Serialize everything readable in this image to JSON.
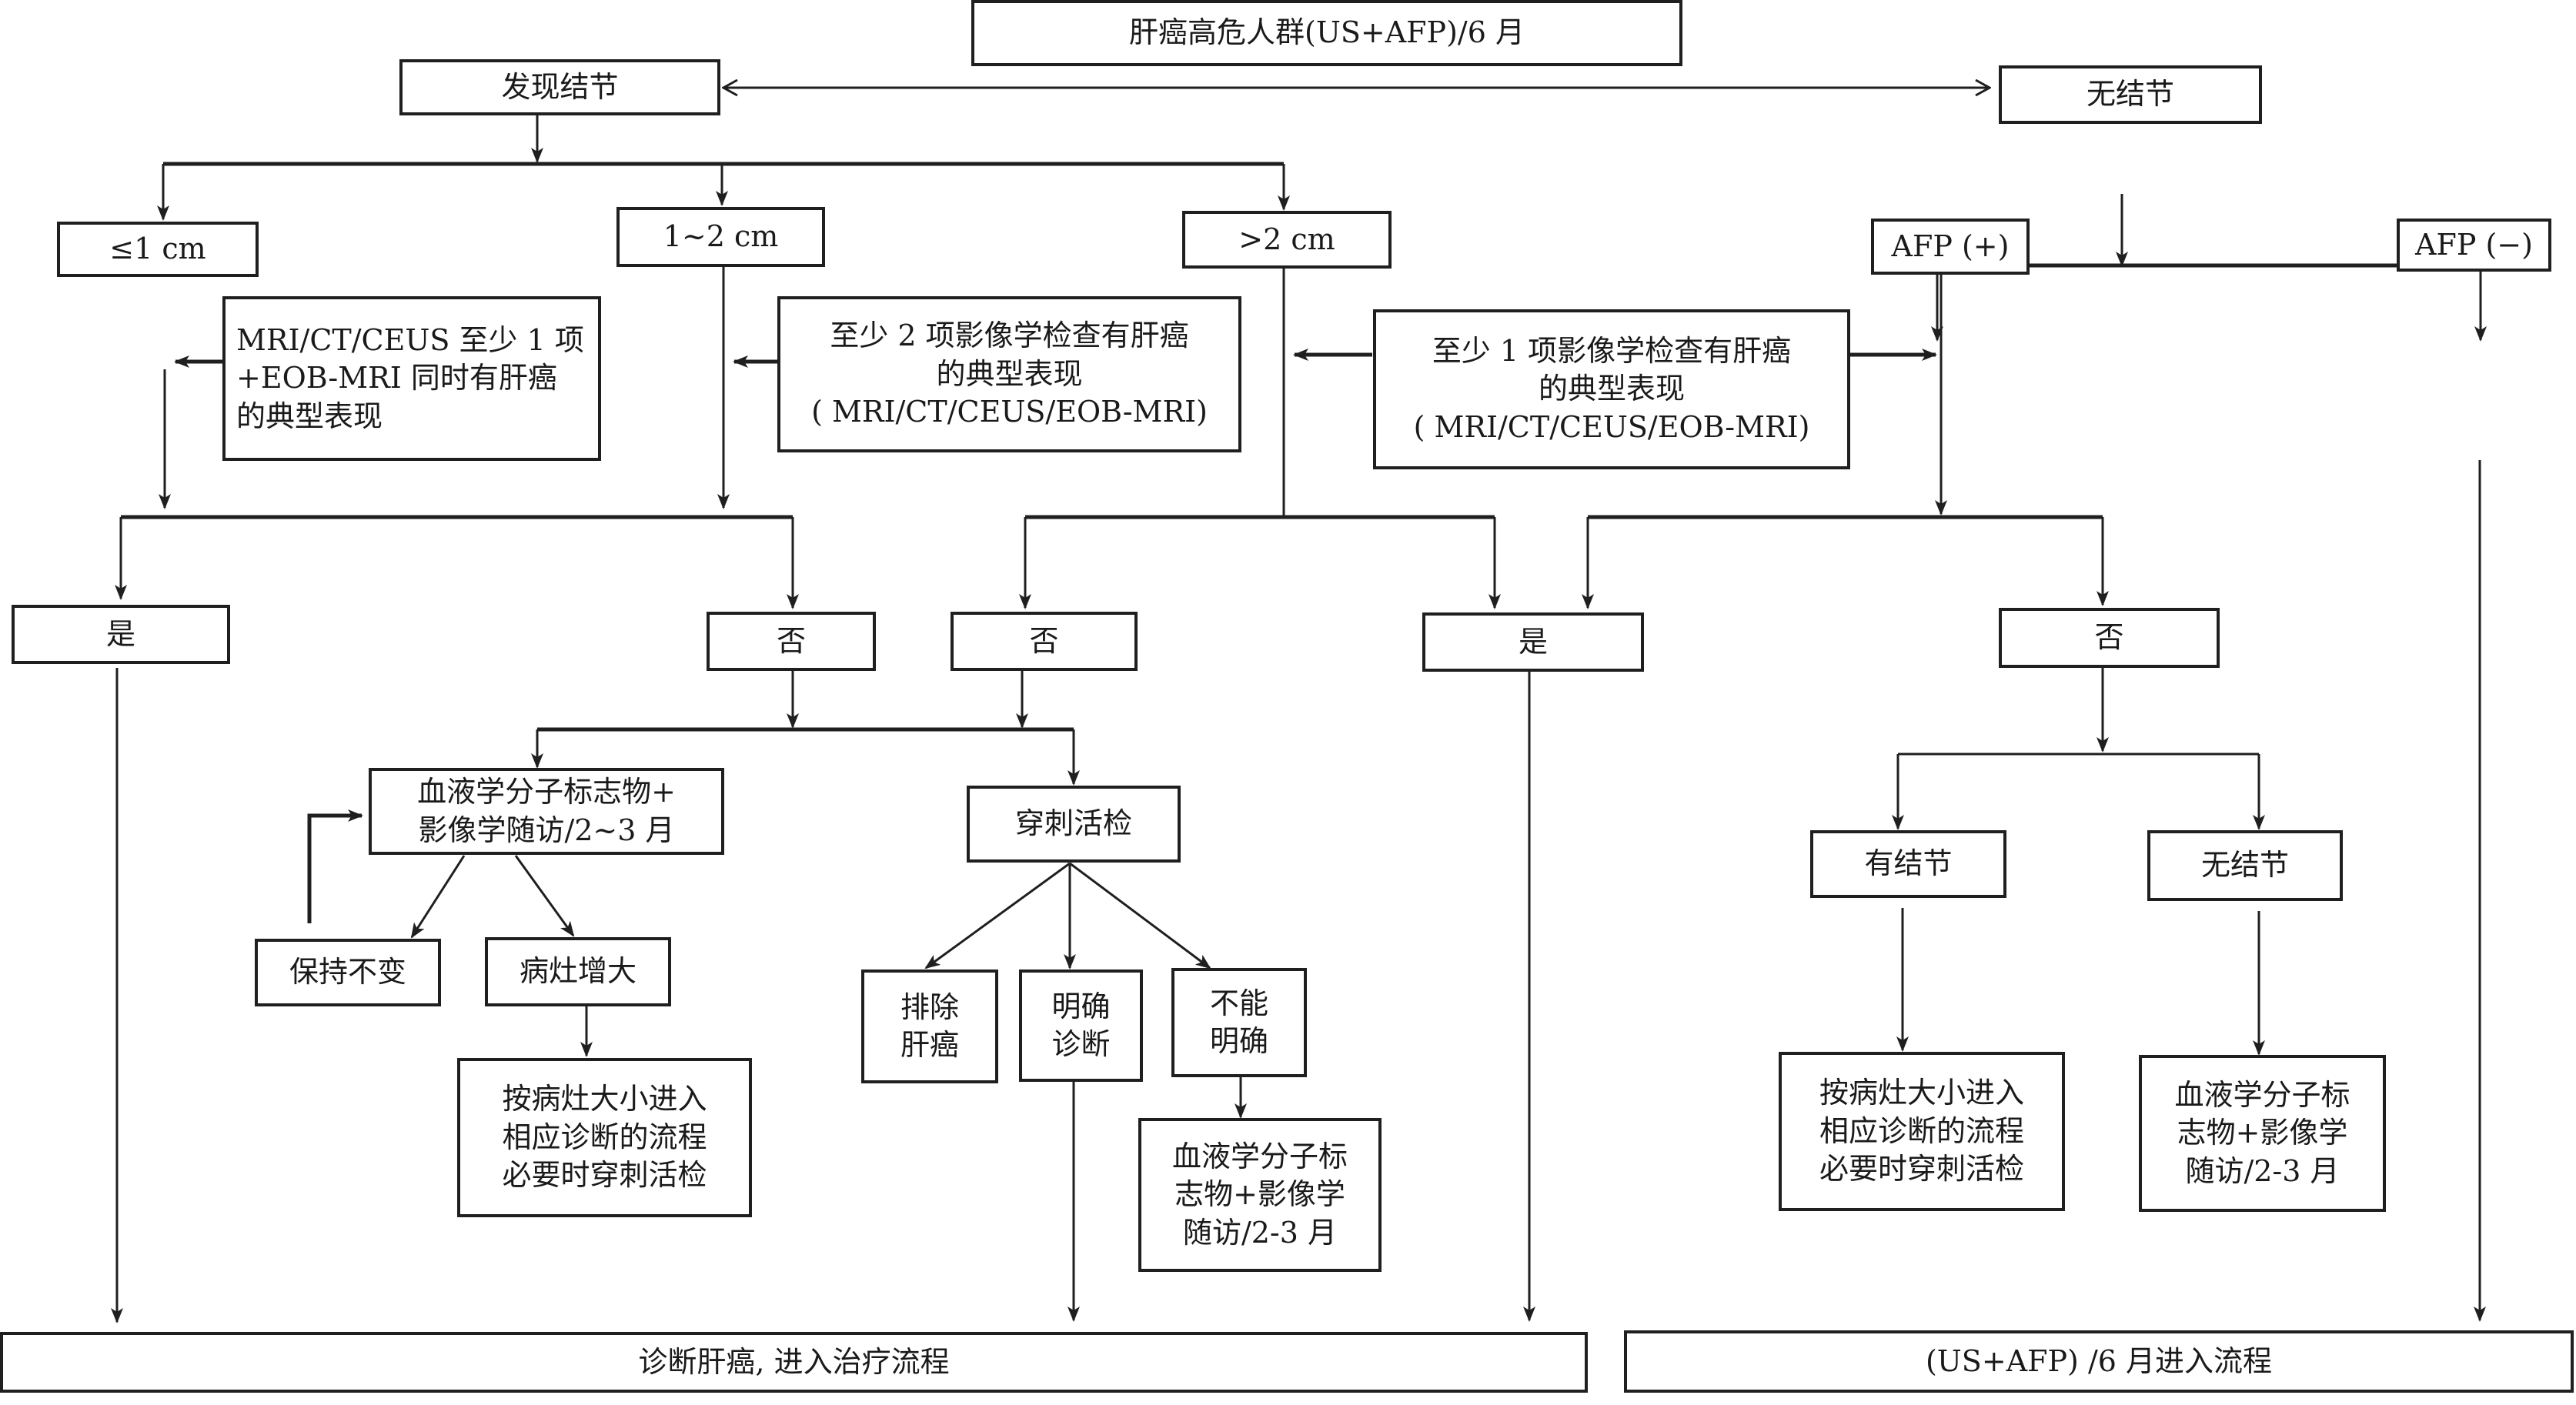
{
  "nodes": {
    "top": "肝癌高危人群(US+AFP)/6 月",
    "nodule_found": "发现结节",
    "no_nodule": "无结节",
    "size_le1": "≤1 cm",
    "size_1_2": "1~2 cm",
    "size_gt2": ">2 cm",
    "afp_pos": "AFP (+)",
    "afp_neg": "AFP (−)",
    "crit_le1": "MRI/CT/CEUS 至少 1 项\n+EOB-MRI 同时有肝癌\n的典型表现",
    "crit_1_2": "至少 2 项影像学检查有肝癌\n的典型表现\n( MRI/CT/CEUS/EOB-MRI)",
    "crit_gt2": "至少 1 项影像学检查有肝癌\n的典型表现\n( MRI/CT/CEUS/EOB-MRI)",
    "yes_left": "是",
    "no_1_2": "否",
    "no_gt2": "否",
    "yes_right": "是",
    "no_afp": "否",
    "followup_left": "血液学分子标志物+\n影像学随访/2~3 月",
    "biopsy": "穿刺活检",
    "unchanged": "保持不变",
    "enlarged": "病灶增大",
    "by_size_left": "按病灶大小进入\n相应诊断的流程\n必要时穿刺活检",
    "exclude": "排除\n肝癌",
    "confirmed": "明确\n诊断",
    "uncertain": "不能\n明确",
    "followup_mid": "血液学分子标\n志物+影像学\n随访/2-3 月",
    "has_nodule": "有结节",
    "no_nodule2": "无结节",
    "by_size_right": "按病灶大小进入\n相应诊断的流程\n必要时穿刺活检",
    "followup_right": "血液学分子标\n志物+影像学\n随访/2-3 月",
    "treat": "诊断肝癌, 进入治疗流程",
    "surveil": "(US+AFP) /6 月进入流程"
  }
}
